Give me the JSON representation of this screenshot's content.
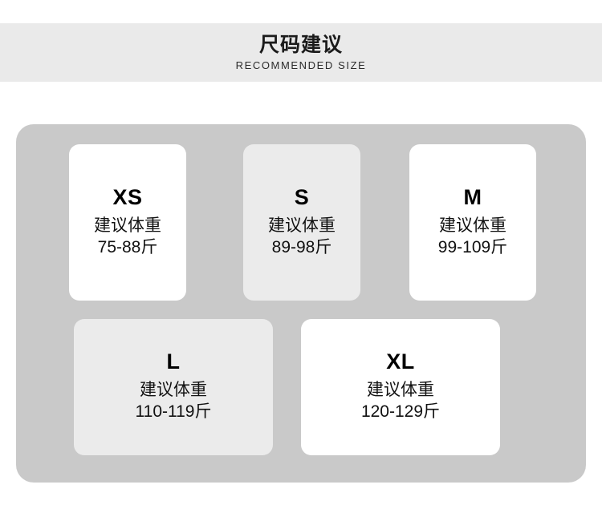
{
  "header": {
    "title": "尺码建议",
    "subtitle": "RECOMMENDED SIZE"
  },
  "colors": {
    "page_background": "#ffffff",
    "header_band": "#eaeaea",
    "panel": "#c9c9c9",
    "card_white": "#ffffff",
    "card_grey": "#ebebeb",
    "text_primary": "#111111",
    "text_size_label": "#000000"
  },
  "sizes": [
    {
      "size": "XS",
      "label": "建议体重",
      "range": "75-88斤",
      "card_fill": "#ffffff"
    },
    {
      "size": "S",
      "label": "建议体重",
      "range": "89-98斤",
      "card_fill": "#ebebeb"
    },
    {
      "size": "M",
      "label": "建议体重",
      "range": "99-109斤",
      "card_fill": "#ffffff"
    },
    {
      "size": "L",
      "label": "建议体重",
      "range": "110-119斤",
      "card_fill": "#ebebeb"
    },
    {
      "size": "XL",
      "label": "建议体重",
      "range": "120-129斤",
      "card_fill": "#ffffff"
    }
  ]
}
